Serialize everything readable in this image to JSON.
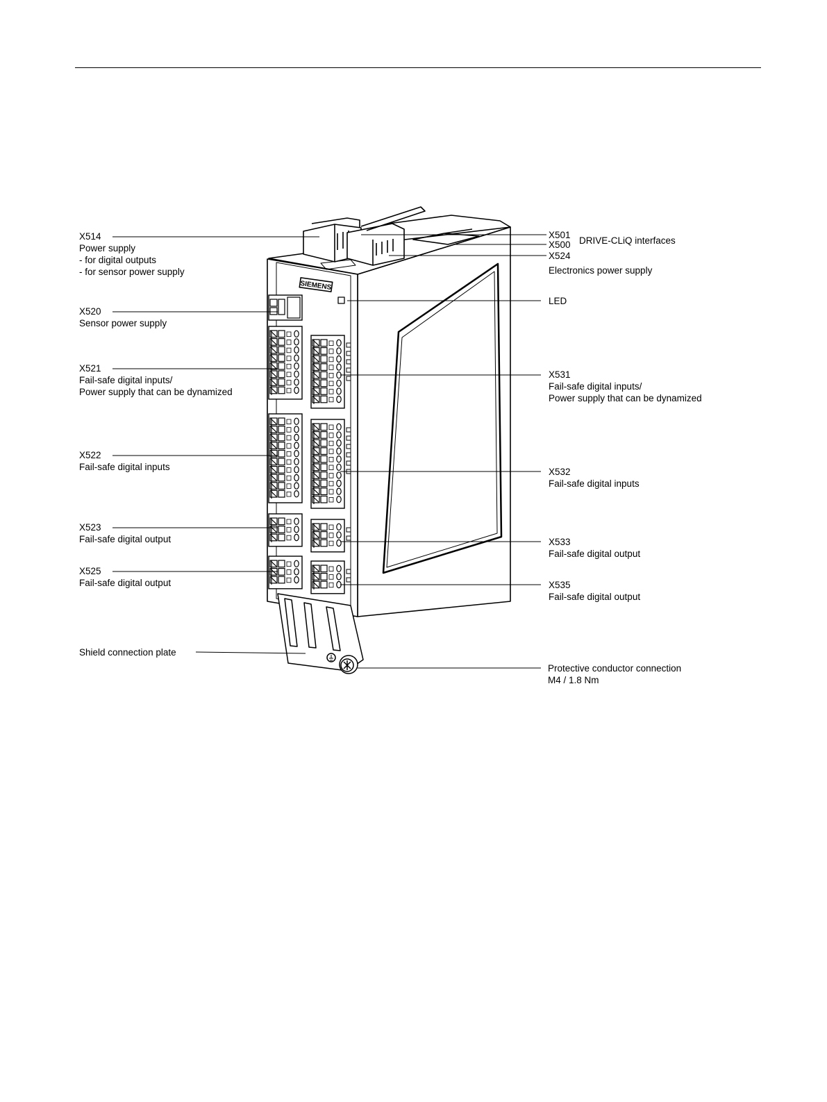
{
  "device": {
    "brand": "SIEMENS"
  },
  "labels": {
    "x514": {
      "id": "X514",
      "lines": [
        "Power supply",
        "- for digital outputs",
        "- for sensor power supply"
      ]
    },
    "x520": {
      "id": "X520",
      "lines": [
        "Sensor power supply"
      ]
    },
    "x521": {
      "id": "X521",
      "lines": [
        "Fail-safe digital inputs/",
        "Power supply that can be dynamized"
      ]
    },
    "x522": {
      "id": "X522",
      "lines": [
        "Fail-safe digital inputs"
      ]
    },
    "x523": {
      "id": "X523",
      "lines": [
        "Fail-safe digital output"
      ]
    },
    "x525": {
      "id": "X525",
      "lines": [
        "Fail-safe digital output"
      ]
    },
    "shield": {
      "text": "Shield connection plate"
    },
    "x501": {
      "id": "X501"
    },
    "x500": {
      "id": "X500"
    },
    "drive_cliq": {
      "text": "DRIVE-CLiQ interfaces"
    },
    "x524": {
      "id": "X524",
      "lines": [
        "Electronics power supply"
      ]
    },
    "led": {
      "text": "LED"
    },
    "x531": {
      "id": "X531",
      "lines": [
        "Fail-safe digital inputs/",
        "Power supply that can be dynamized"
      ]
    },
    "x532": {
      "id": "X532",
      "lines": [
        "Fail-safe digital inputs"
      ]
    },
    "x533": {
      "id": "X533",
      "lines": [
        "Fail-safe digital output"
      ]
    },
    "x535": {
      "id": "X535",
      "lines": [
        "Fail-safe digital output"
      ]
    },
    "pe": {
      "lines": [
        "Protective conductor connection",
        "M4 / 1.8 Nm"
      ]
    }
  }
}
